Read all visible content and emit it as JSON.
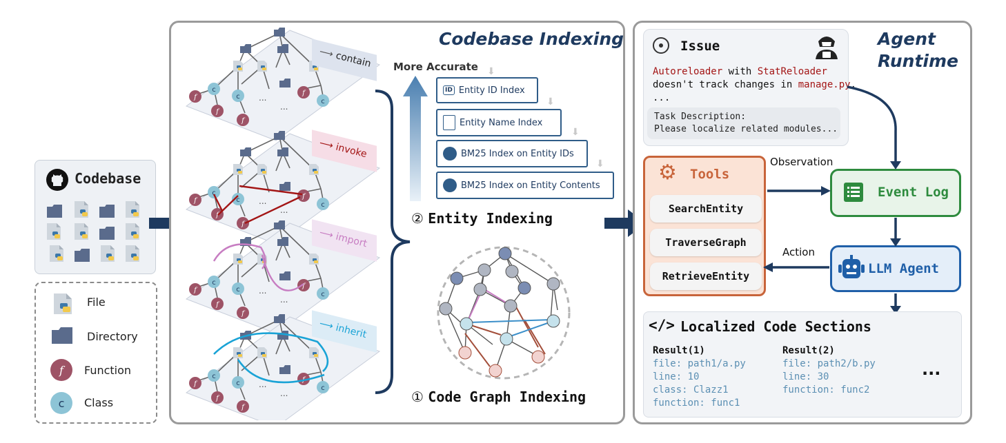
{
  "codebase": {
    "title": "Codebase",
    "legend": [
      "File",
      "Directory",
      "Function",
      "Class"
    ],
    "function_glyph": "f",
    "class_glyph": "c"
  },
  "indexing": {
    "title": "Codebase Indexing",
    "layers": [
      "contain",
      "invoke",
      "import",
      "inherit"
    ],
    "layer_colors": [
      "#555555",
      "#a31515",
      "#c77dc2",
      "#1aa3d6"
    ],
    "ellipsis": "...",
    "more_accurate": "More Accurate",
    "entity_indexes": [
      "Entity ID Index",
      "Entity Name Index",
      "BM25 Index on Entity IDs",
      "BM25 Index on Entity Contents"
    ],
    "entity_indexing_num": "②",
    "entity_indexing_label": "Entity Indexing",
    "graph_indexing_num": "①",
    "graph_indexing_label": "Code Graph Indexing"
  },
  "runtime": {
    "title_line1": "Agent",
    "title_line2": "Runtime",
    "issue": {
      "title": "Issue",
      "parts": [
        "Autoreloader",
        " with ",
        "StatReloader"
      ],
      "line2_a": "doesn't track changes in ",
      "line2_b": "manage.py",
      "line2_c": ".",
      "ellipsis": "...",
      "task_line1": "Task Description:",
      "task_line2": "Please localize related modules..."
    },
    "tools": {
      "title": "Tools",
      "items": [
        "SearchEntity",
        "TraverseGraph",
        "RetrieveEntity"
      ]
    },
    "observation": "Observation",
    "action": "Action",
    "event_log": "Event Log",
    "llm_agent": "LLM Agent",
    "localized": {
      "title": "Localized Code Sections",
      "icon_text": "</>",
      "result1": {
        "head": "Result(1)",
        "lines": [
          "file: path1/a.py",
          "line: 10",
          "class: Clazz1",
          "function: func1"
        ]
      },
      "result2": {
        "head": "Result(2)",
        "lines": [
          "file: path2/b.py",
          "line: 30",
          "function: func2"
        ]
      },
      "more": "..."
    }
  },
  "colors": {
    "navy": "#1e3a5f",
    "red_text": "#a31515",
    "tools_border": "#c8643a",
    "tools_bg": "#fbe3d6",
    "event_green": "#2e8b3e",
    "llm_blue": "#1f5fa8",
    "function_node": "#9e5366",
    "class_node": "#8dc4d6"
  }
}
